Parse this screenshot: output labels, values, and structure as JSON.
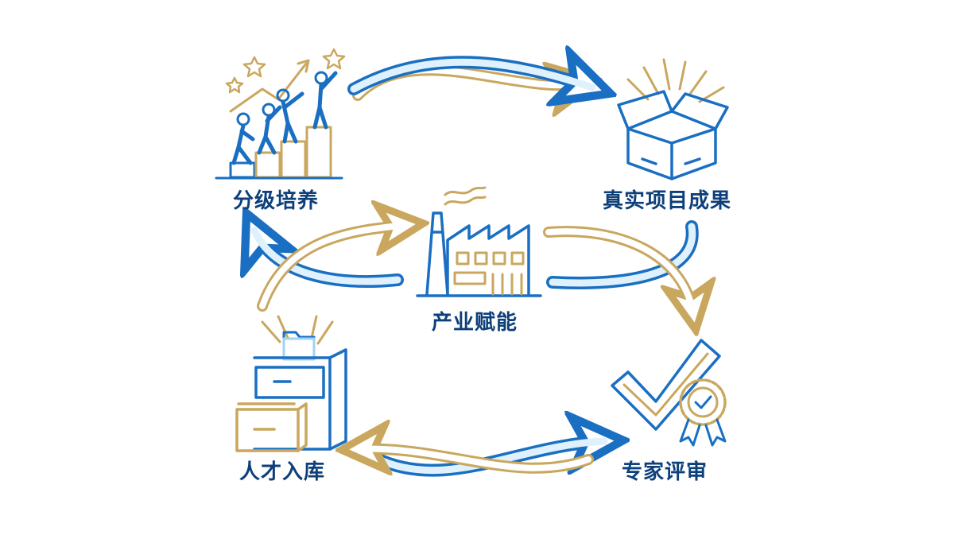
{
  "nodes": {
    "top_left": "分级培养",
    "top_right": "真实项目成果",
    "center": "产业赋能",
    "bottom_left": "人才入库",
    "bottom_right": "专家评审"
  },
  "colors": {
    "blue": "#1a6fc2",
    "blue_light": "#9fd3f5",
    "gold": "#c9a75e",
    "text": "#0d3f7a"
  },
  "icons": {
    "top_left": "team-growth-icon",
    "top_right": "open-box-icon",
    "center": "factory-icon",
    "bottom_left": "file-cabinet-icon",
    "bottom_right": "checkmark-badge-icon"
  }
}
